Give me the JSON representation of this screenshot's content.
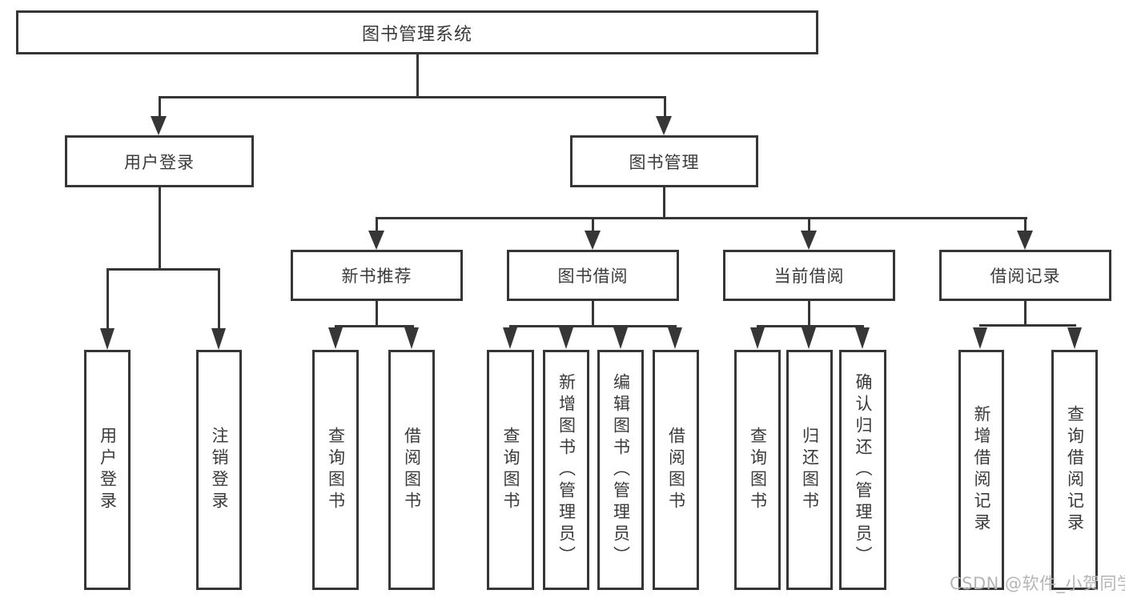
{
  "diagram": {
    "title": "图书管理系统",
    "root": "图书管理系统",
    "level2": {
      "user_login": "用户登录",
      "book_management": "图书管理"
    },
    "level3": {
      "new_book_recommend": "新书推荐",
      "book_borrow": "图书借阅",
      "current_borrow": "当前借阅",
      "borrow_records": "借阅记录"
    },
    "leaves": {
      "user_login": [
        "用户登录",
        "注销登录"
      ],
      "new_book_recommend": [
        "查询图书",
        "借阅图书"
      ],
      "book_borrow": [
        "查询图书",
        "新增图书（管理员）",
        "编辑图书（管理员）",
        "借阅图书"
      ],
      "current_borrow": [
        "查询图书",
        "归还图书",
        "确认归还（管理员）"
      ],
      "borrow_records": [
        "新增借阅记录",
        "查询借阅记录"
      ]
    }
  },
  "watermark": "CSDN @软件_小贺同学",
  "colors": {
    "line": "#363636",
    "border": "#363636",
    "text": "#3a3a3a",
    "watermark": "#b5b5b5",
    "background": "#ffffff"
  }
}
